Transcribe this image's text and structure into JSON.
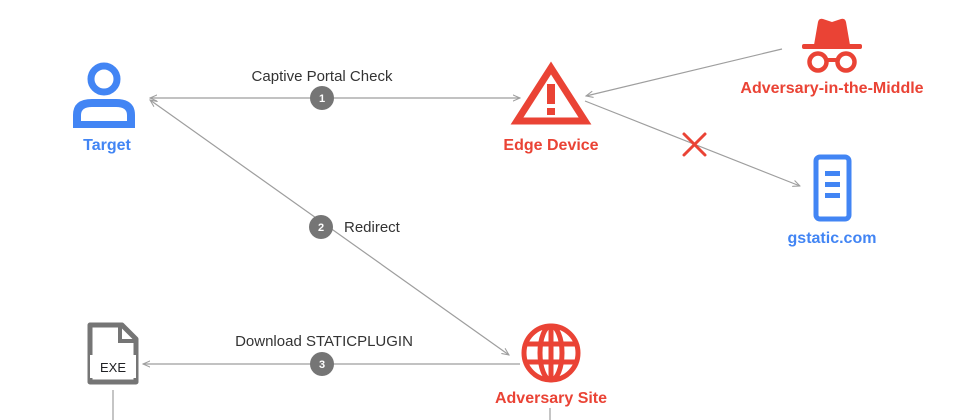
{
  "nodes": {
    "target": "Target",
    "edge_device": "Edge Device",
    "aitm": "Adversary-in-the-Middle",
    "gstatic": "gstatic.com",
    "adversary_site": "Adversary Site",
    "exe_file": "EXE"
  },
  "edges": [
    {
      "step": "1",
      "label": "Captive Portal Check"
    },
    {
      "step": "2",
      "label": "Redirect"
    },
    {
      "step": "3",
      "label": "Download STATICPLUGIN"
    }
  ],
  "colors": {
    "blue": "#4285f4",
    "red": "#ea4335",
    "gray": "#757575",
    "line": "#9e9e9e"
  },
  "icons": {
    "target": "person-icon",
    "edge_device": "warning-triangle-icon",
    "aitm": "incognito-spy-icon",
    "gstatic": "server-icon",
    "adversary_site": "globe-icon",
    "exe_file": "file-exe-icon",
    "blocked": "red-x-icon"
  }
}
